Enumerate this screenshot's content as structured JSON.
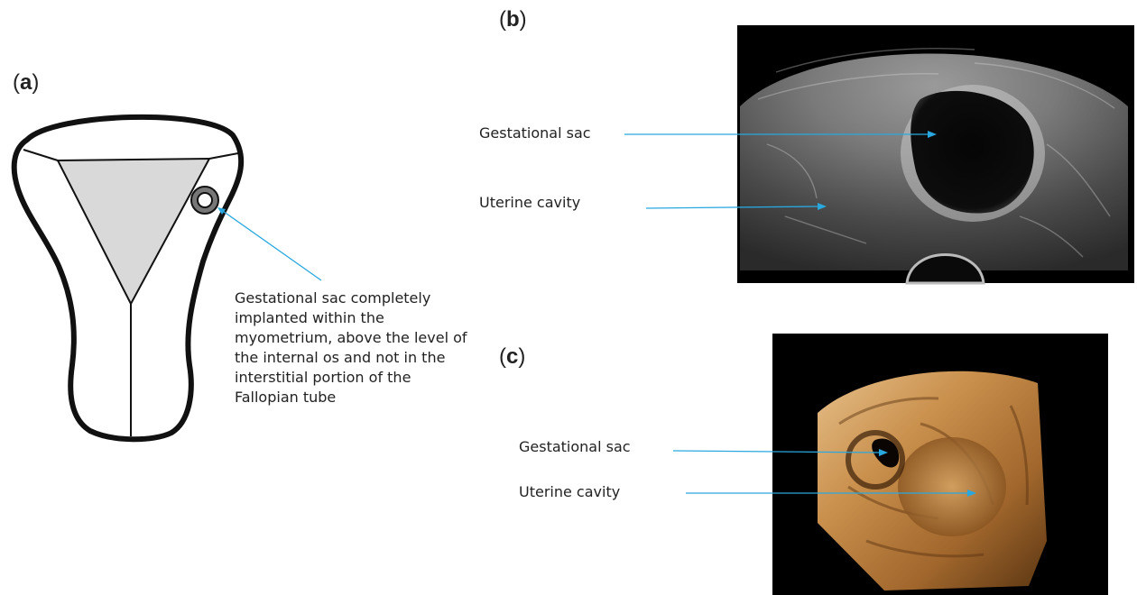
{
  "panels": {
    "a": {
      "label": "a"
    },
    "b": {
      "label": "b"
    },
    "c": {
      "label": "c"
    }
  },
  "diagram_a": {
    "description_lines": [
      "Gestational sac completely",
      "implanted within the",
      "myometrium,  above the level of",
      "the internal os and not in the",
      "interstitial portion of the",
      "Fallopian tube"
    ]
  },
  "ultrasound_b": {
    "labels": {
      "sac": "Gestational sac",
      "cavity": "Uterine cavity"
    }
  },
  "ultrasound_c": {
    "labels": {
      "sac": "Gestational sac",
      "cavity": "Uterine cavity"
    }
  },
  "colors": {
    "arrow": "#29a8e0",
    "outline": "#111111",
    "cavity_fill": "#d9d9d9"
  }
}
